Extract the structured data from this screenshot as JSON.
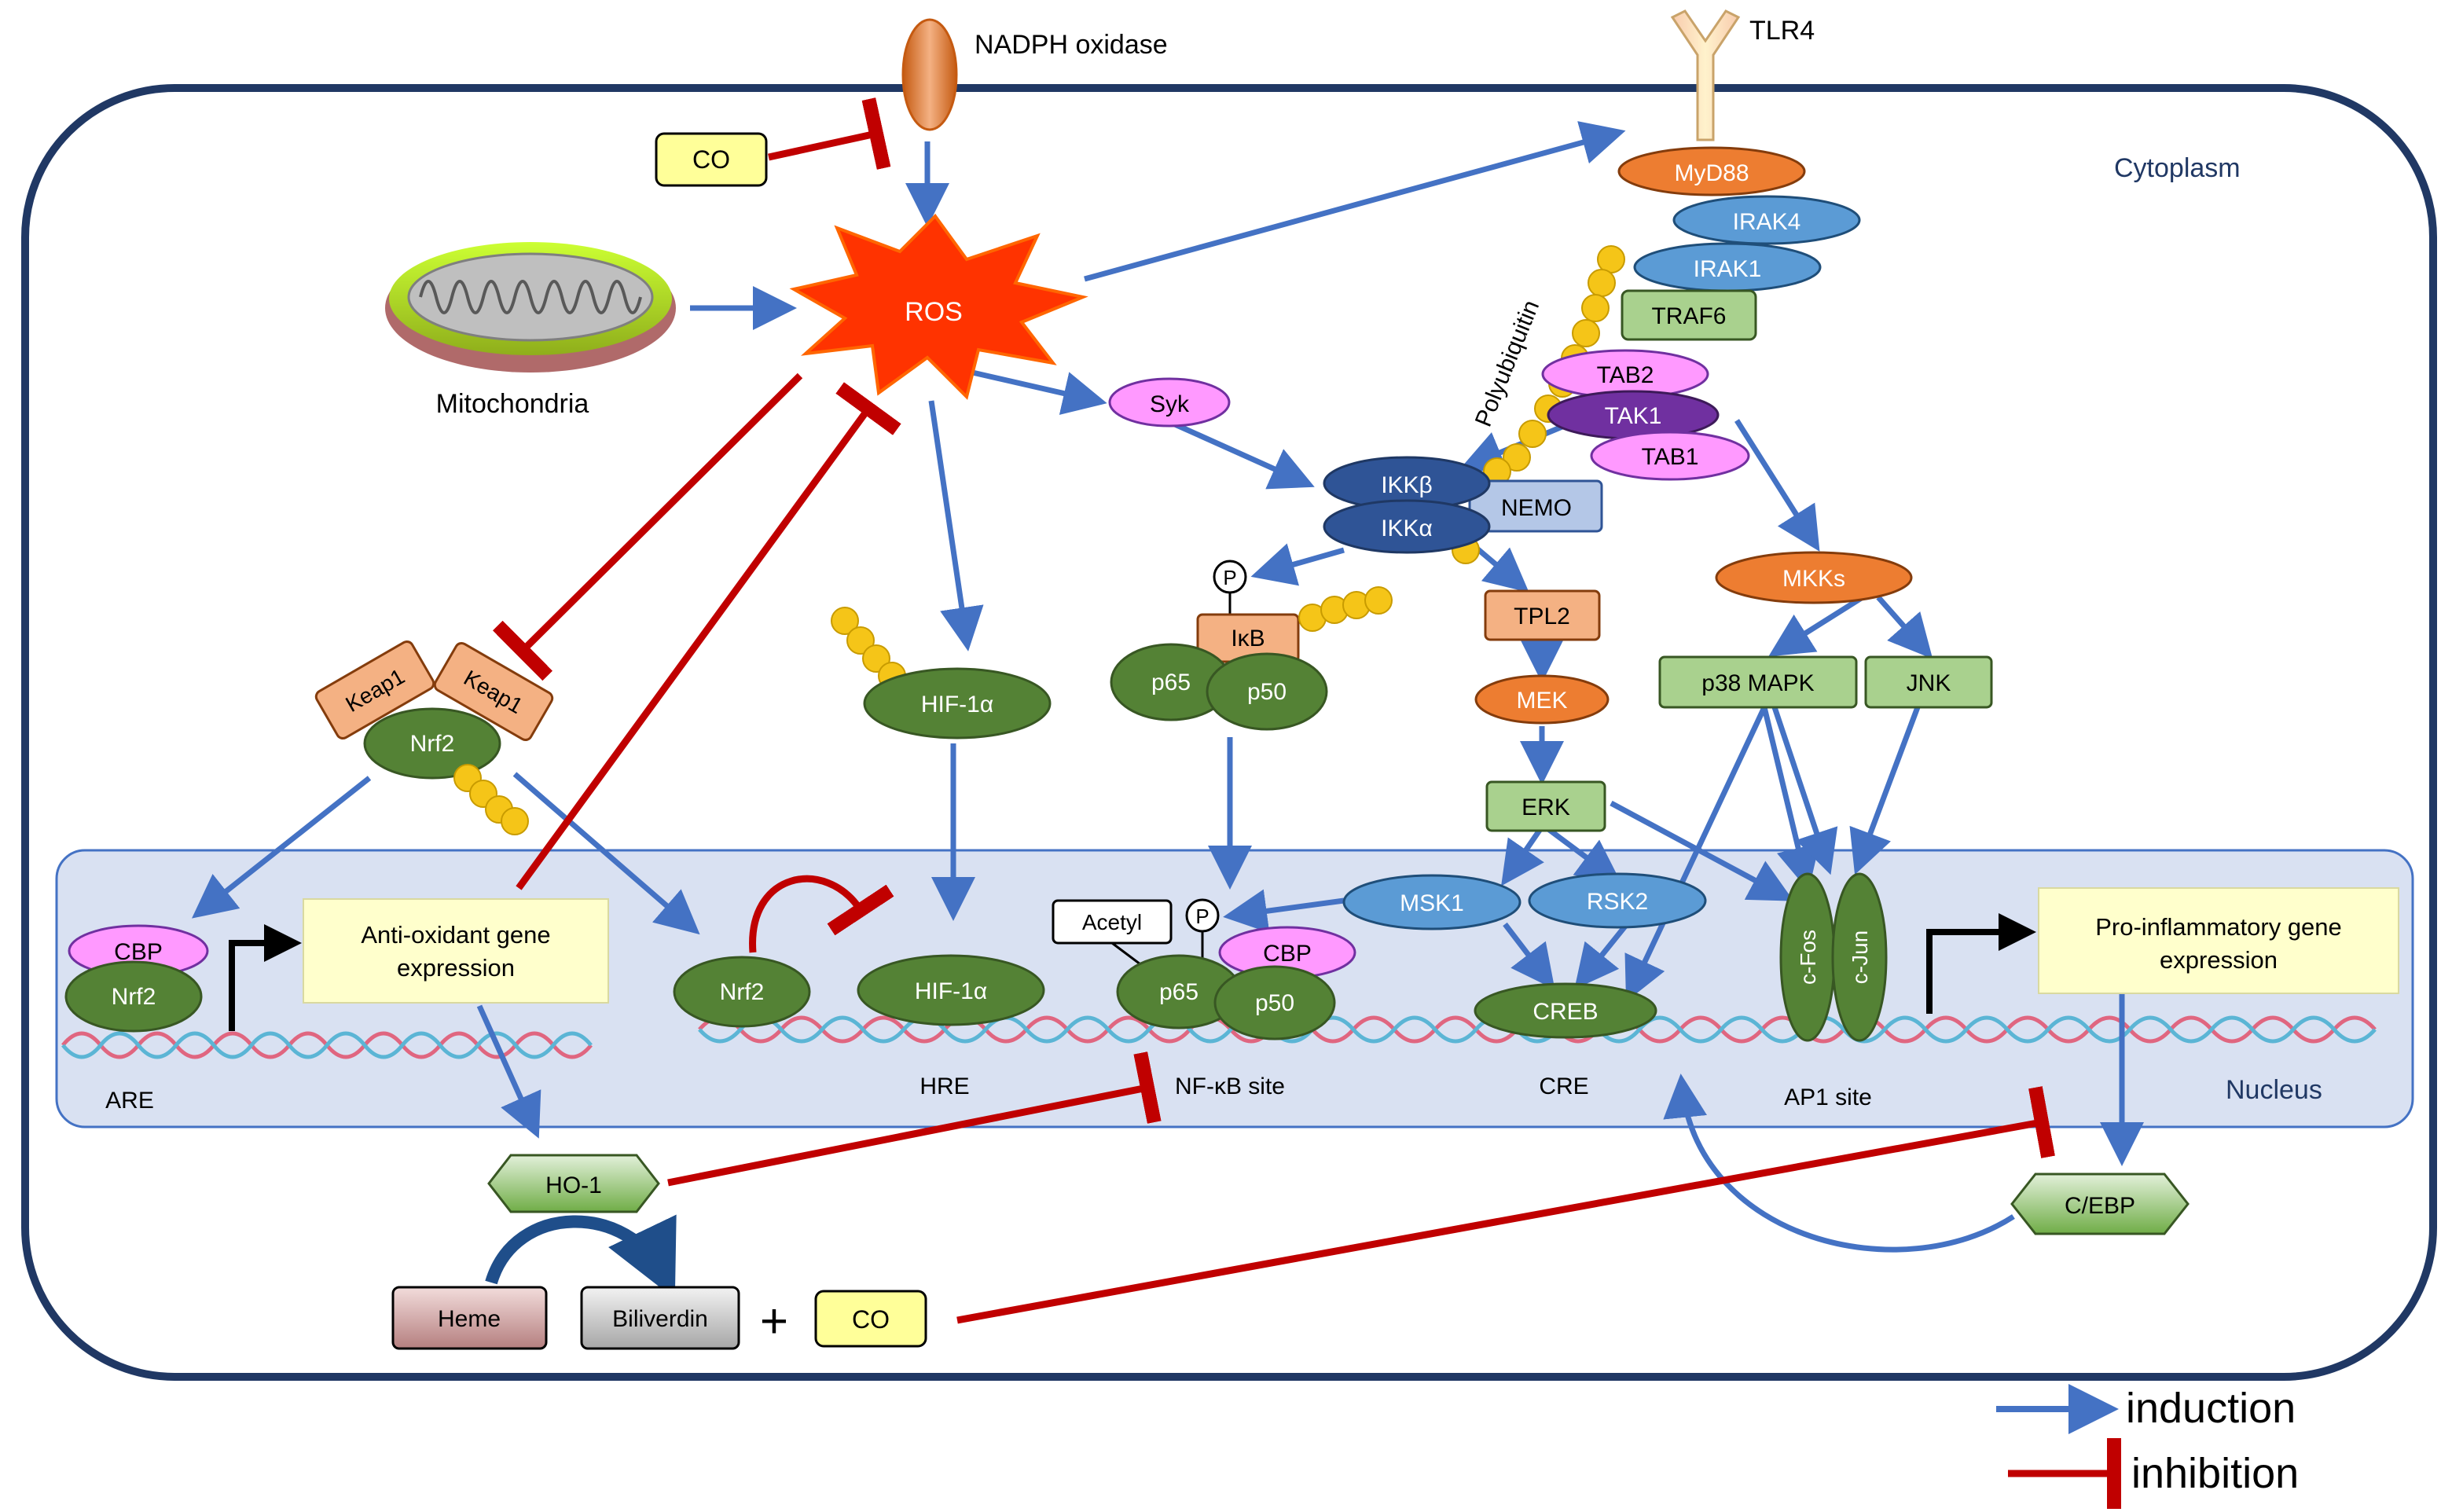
{
  "compartments": {
    "cytoplasm": "Cytoplasm",
    "nucleus": "Nucleus"
  },
  "sources": {
    "nadph_oxidase": "NADPH oxidase",
    "tlr4": "TLR4",
    "mitochondria": "Mitochondria",
    "ros": "ROS",
    "co_top": "CO"
  },
  "tlr": {
    "myd88": "MyD88",
    "irak4": "IRAK4",
    "irak1": "IRAK1",
    "traf6": "TRAF6",
    "polyubiquitin": "Polyubiquitin",
    "tab2": "TAB2",
    "tak1": "TAK1",
    "tab1": "TAB1"
  },
  "ikk": {
    "syk": "Syk",
    "ikkb": "IKKβ",
    "ikka": "IKKα",
    "nemo": "NEMO",
    "p": "P",
    "ikb": "IκB",
    "p65": "p65",
    "p50": "p50"
  },
  "mapk": {
    "tpl2": "TPL2",
    "mek": "MEK",
    "erk": "ERK",
    "mkks": "MKKs",
    "p38": "p38 MAPK",
    "jnk": "JNK",
    "msk1": "MSK1",
    "rsk2": "RSK2",
    "creb": "CREB",
    "cfos": "c-Fos",
    "cjun": "c-Jun"
  },
  "nrf2": {
    "keap1_a": "Keap1",
    "keap1_b": "Keap1",
    "nrf2_cyto": "Nrf2",
    "cbp": "CBP",
    "nrf2_nuc": "Nrf2",
    "antiox": "Anti-oxidant gene expression",
    "nrf2_hre": "Nrf2"
  },
  "hif": {
    "hif_cyto": "HIF-1α",
    "hif_nuc": "HIF-1α"
  },
  "nfkb_nuc": {
    "acetyl": "Acetyl",
    "p": "P",
    "cbp": "CBP",
    "p65": "p65",
    "p50": "p50"
  },
  "sites": {
    "are": "ARE",
    "hre": "HRE",
    "nfkb": "NF-κB site",
    "cre": "CRE",
    "ap1": "AP1 site"
  },
  "proinflam": "Pro-inflammatory gene expression",
  "ho": {
    "ho1": "HO-1",
    "heme": "Heme",
    "biliverdin": "Biliverdin",
    "plus": "+",
    "co": "CO",
    "cebp": "C/EBP"
  },
  "legend": {
    "induction": "induction",
    "inhibition": "inhibition"
  },
  "colors": {
    "induction": "#4472c4",
    "inhibition": "#c00000",
    "green": "#4e7a2e",
    "blue_light": "#5b9bd5",
    "blue_dark": "#2f5496",
    "orange": "#ed7d31",
    "pink": "#ff99ff",
    "salmon": "#f4b183",
    "nucleus_fill": "#d9e1f2",
    "yellow_box": "#ffffcc"
  }
}
